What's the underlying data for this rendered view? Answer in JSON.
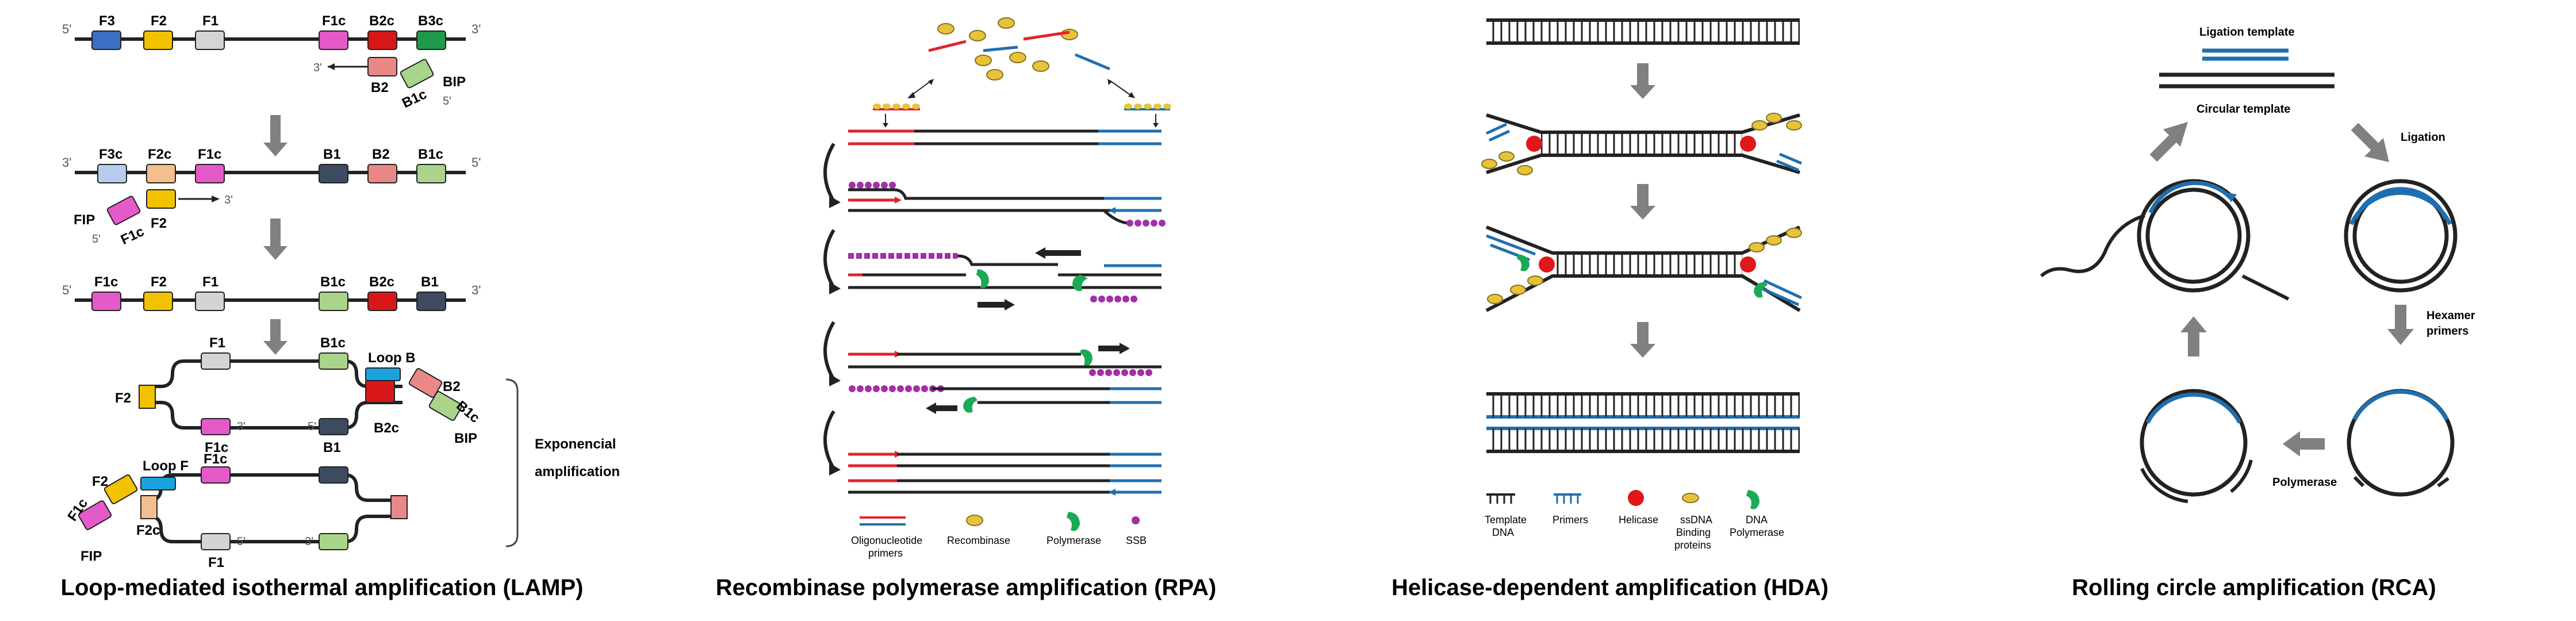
{
  "colors": {
    "F3": "#3a6fc4",
    "F2": "#f2c200",
    "F1": "#c9c9c9",
    "F1c": "#e45ac8",
    "B2c": "#d81818",
    "B3c": "#1e9a4a",
    "B2": "#ea8888",
    "B1c": "#a9d48a",
    "F3c": "#b8cdee",
    "F2c": "#f4be8e",
    "B1": "#3d4b60",
    "loop": "#1aa2dc",
    "dna_blue": "#1f6fb0",
    "primer_red": "#e0242c",
    "recombinase": "#e6c43a",
    "polymerase": "#1aaa55",
    "ssb": "#a030a8",
    "helicase": "#e01818",
    "arrow_gray": "#808080"
  },
  "panels": {
    "lamp": {
      "caption": "Loop-mediated isothermal amplification (LAMP)",
      "end5": "5'",
      "end3": "3'",
      "row1": [
        "F3",
        "F2",
        "F1",
        "F1c",
        "B2c",
        "B3c"
      ],
      "bip_label": "BIP",
      "bip_parts": [
        "B2",
        "B1c"
      ],
      "row2": [
        "F3c",
        "F2c",
        "F1c",
        "B1",
        "B2",
        "B1c"
      ],
      "fip_label": "FIP",
      "fip_parts": [
        "F1c",
        "F2"
      ],
      "row3": [
        "F1c",
        "F2",
        "F1",
        "B1c",
        "B2c",
        "B1"
      ],
      "dumbbell_labels": [
        "F2",
        "F1",
        "F1c",
        "B1c",
        "B1",
        "B2c",
        "B2",
        "B1c",
        "Loop B",
        "BIP"
      ],
      "lower_labels": [
        "Loop F",
        "F2",
        "F1c",
        "F2c",
        "F1",
        "FIP",
        "F1c"
      ],
      "exponential_label": [
        "Exponencial",
        "amplification"
      ]
    },
    "rpa": {
      "caption": "Recombinase polymerase amplification (RPA)",
      "legend": {
        "primers": [
          "Oligonucleotide",
          "primers"
        ],
        "recombinase": "Recombinase",
        "polymerase": "Polymerase",
        "ssb": "SSB"
      }
    },
    "hda": {
      "caption": "Helicase-dependent amplification (HDA)",
      "legend": {
        "template": [
          "Template",
          "DNA"
        ],
        "primers": "Primers",
        "helicase": "Helicase",
        "ssb": [
          "ssDNA",
          "Binding",
          "proteins"
        ],
        "polymerase": [
          "DNA",
          "Polymerase"
        ]
      }
    },
    "rca": {
      "caption": "Rolling circle amplification (RCA)",
      "ligation_template": "Ligation template",
      "circular_template": "Circular template",
      "ligation": "Ligation",
      "hexamer": [
        "Hexamer",
        "primers"
      ],
      "polymerase": "Polymerase"
    }
  }
}
